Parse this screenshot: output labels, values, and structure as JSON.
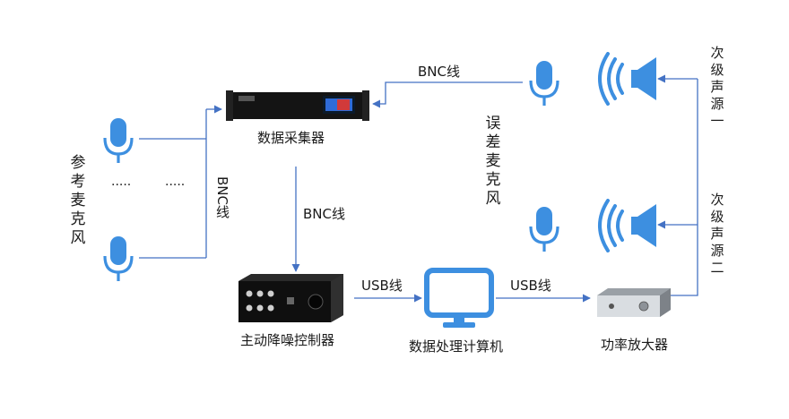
{
  "colors": {
    "wire": "#4472c4",
    "icon": "#3d8fe0",
    "device": "#111111"
  },
  "nodes": {
    "daq": {
      "label": "数据采集器",
      "icon": "rack-unit"
    },
    "anc": {
      "label": "主动降噪控制器",
      "icon": "controller-box"
    },
    "pc": {
      "label": "数据处理计算机",
      "icon": "monitor"
    },
    "amp": {
      "label": "功率放大器",
      "icon": "amplifier"
    },
    "ref_mic": {
      "label": "参考麦克风",
      "icon": "microphone"
    },
    "err_mic": {
      "label": "误差麦克风",
      "icon": "microphone"
    },
    "spk1": {
      "label": "次级声源一",
      "icon": "speaker"
    },
    "spk2": {
      "label": "次级声源二",
      "icon": "speaker"
    }
  },
  "edges": {
    "err_to_daq": "BNC线",
    "ref_to_daq": "BNC线",
    "daq_to_anc": "BNC线",
    "anc_to_pc": "USB线",
    "pc_to_amp": "USB线"
  },
  "dots": "·····"
}
